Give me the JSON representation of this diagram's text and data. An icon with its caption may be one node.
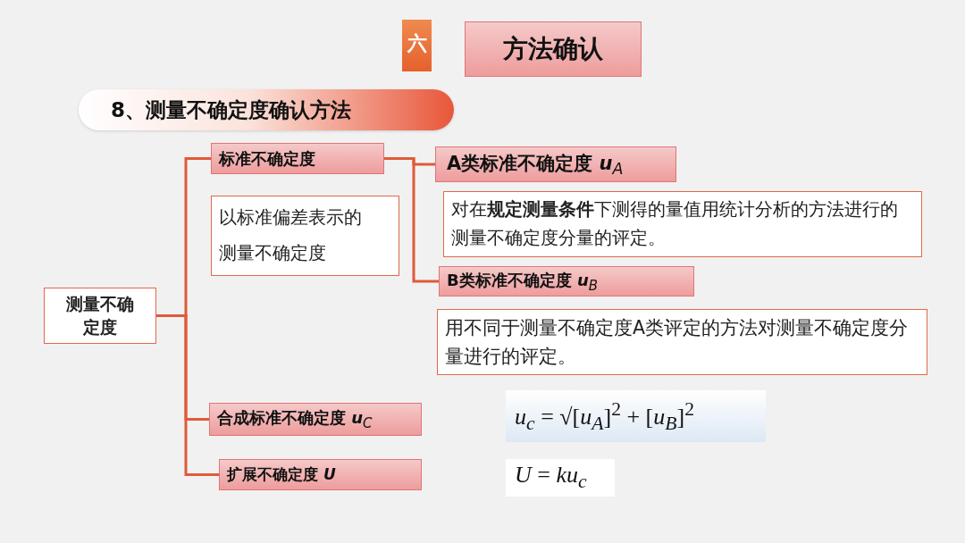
{
  "diagram": {
    "nodes": [
      {
        "text": [
          "六"
        ]
      },
      {
        "text": [
          "方法确认"
        ]
      },
      {
        "text": [
          "8、测量不确定度确认方法"
        ]
      },
      {
        "text": [
          "测量不确定度"
        ]
      },
      {
        "text": [
          "标准不确定度"
        ]
      },
      {
        "text": [
          "以标准偏差表示的测量不确定度"
        ]
      },
      {
        "text": [
          "A类标准不确定度 *u*$_{A}$"
        ]
      },
      {
        "text": [
          "对在**规定测量条件**下测得的量值用统计分析的方法进行的测量不确定度分量的评定。"
        ]
      },
      {
        "text": [
          "B类标准不确定度 *u*$_{B}$"
        ]
      },
      {
        "text": [
          "用不同于测量不确定度A类评定的方法对测量不确定度分量进行的评定。"
        ]
      },
      {
        "text": [
          "合成标准不确定度 *u*$_{C}$"
        ]
      },
      {
        "text": [
          "扩展不确定度 *U*"
        ]
      },
      {
        "text": [
          "*u*$_{c}$ = √[*u*$_{A}$]$^{2}$ + [*u*$_{B}$]$^{2}$"
        ]
      },
      {
        "text": [
          "*U* = *ku*$_{c}$"
        ]
      }
    ],
    "edges": [
      {
        "from": 3,
        "to": 4,
        "arrow": "none"
      },
      {
        "from": 3,
        "to": 10,
        "arrow": "none"
      },
      {
        "from": 3,
        "to": 11,
        "arrow": "none"
      },
      {
        "from": 4,
        "to": 6,
        "arrow": "none"
      },
      {
        "from": 4,
        "to": 8,
        "arrow": "none"
      }
    ]
  }
}
